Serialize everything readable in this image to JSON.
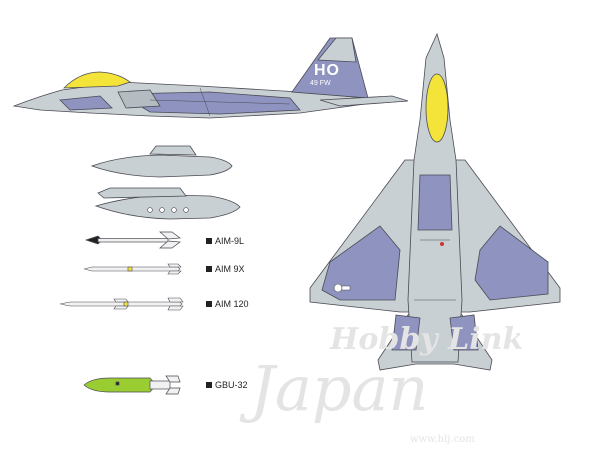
{
  "weapons": [
    {
      "label": "AIM-9L"
    },
    {
      "label": "AIM 9X"
    },
    {
      "label": "AIM 120"
    },
    {
      "label": "GBU-32"
    }
  ],
  "tail_marking": {
    "code": "HO",
    "unit": "49 FW"
  },
  "watermark": {
    "brand": "Hobby Link",
    "country": "Japan",
    "url": "www.hlj.com"
  },
  "colors": {
    "light_gray": "#c9d0d3",
    "dark_gray": "#8e93bf",
    "canopy": "#f4e43a",
    "outline": "#4a4a55",
    "bomb_green": "#9acd32",
    "missile_white": "#f1f1f1"
  }
}
